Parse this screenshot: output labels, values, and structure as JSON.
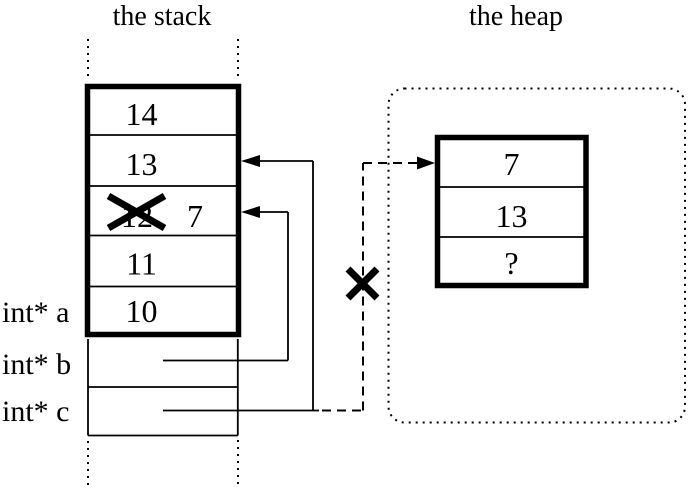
{
  "titles": {
    "stack": "the stack",
    "heap": "the heap"
  },
  "stack": {
    "rows": [
      {
        "value": "14"
      },
      {
        "value": "13"
      },
      {
        "old_value": "12",
        "value": "7"
      },
      {
        "value": "11"
      },
      {
        "value": "10"
      }
    ],
    "pointer_labels": [
      {
        "label": "int* a"
      },
      {
        "label": "int* b"
      },
      {
        "label": "int* c"
      }
    ]
  },
  "heap": {
    "rows": [
      {
        "value": "7"
      },
      {
        "value": "13"
      },
      {
        "value": "?"
      }
    ]
  },
  "icons": {
    "cross_out_old_value": "x-mark",
    "cross_out_dangling_pointer": "x-mark",
    "pointer_b_arrowhead": "left-triangle",
    "pointer_c_arrowhead": "left-triangle",
    "dangling_pointer_arrowhead": "right-triangle"
  },
  "colors": {
    "line": "#000000",
    "background": "#ffffff"
  }
}
